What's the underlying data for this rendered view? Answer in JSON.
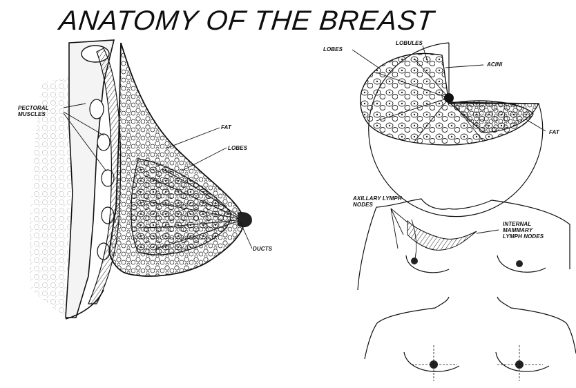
{
  "title": "ANATOMY OF THE BREAST",
  "side_view": {
    "labels": {
      "pectoral_muscles": "PECTORAL\nMUSCLES",
      "fat": "FAT",
      "lobes": "LOBES",
      "ducts": "DUCTS"
    }
  },
  "lobules_view": {
    "labels": {
      "lobes": "LOBES",
      "lobules": "LOBULES",
      "acini": "ACINI",
      "fat": "FAT"
    }
  },
  "lymph_view": {
    "labels": {
      "axillary": "AXILLARY LYMPH\nNODES",
      "internal": "INTERNAL\nMAMMARY\nLYMPH NODES"
    }
  },
  "colors": {
    "ink": "#111111",
    "background": "#ffffff"
  }
}
